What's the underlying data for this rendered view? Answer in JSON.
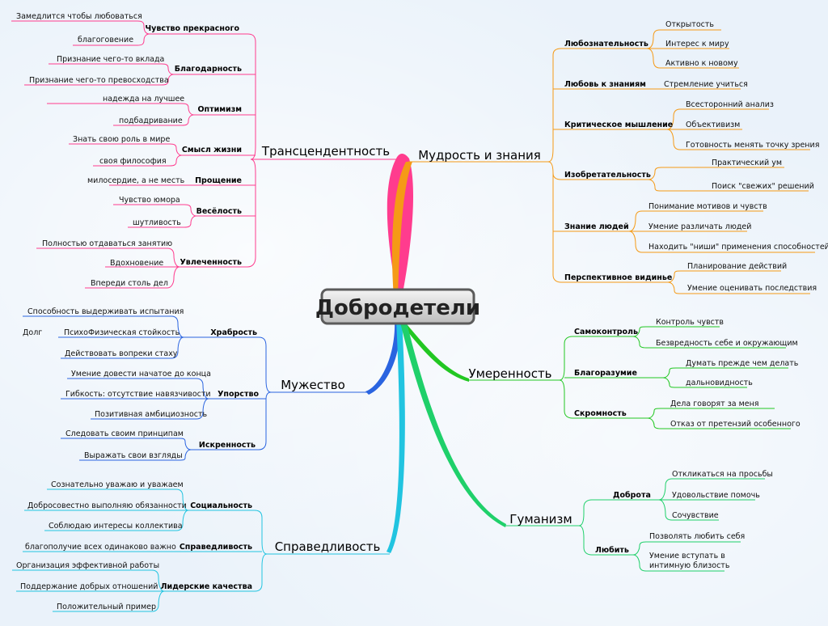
{
  "root": "Добродетели",
  "branches": {
    "transcendence": {
      "label": "Трансцендентность",
      "color": "#ff3c8e",
      "children": [
        {
          "label": "Чувство прекрасного",
          "items": [
            "Замедлится чтобы любоваться",
            "благоговение"
          ]
        },
        {
          "label": "Благодарность",
          "items": [
            "Признание чего-то вклада",
            "Признание чего-то превосходства"
          ]
        },
        {
          "label": "Оптимизм",
          "items": [
            "надежда на лучшее",
            "подбадривание"
          ]
        },
        {
          "label": "Смысл жизни",
          "items": [
            "Знать свою роль в мире",
            "своя философия"
          ]
        },
        {
          "label": "Прощение",
          "items": [
            "милосердие, а не месть"
          ]
        },
        {
          "label": "Весёлость",
          "items": [
            "Чувство юмора",
            "шутливость"
          ]
        },
        {
          "label": "Увлеченность",
          "items": [
            "Полностью отдаваться занятию",
            "Вдохновение",
            "Впереди столь дел"
          ]
        }
      ]
    },
    "wisdom": {
      "label": "Мудрость и знания",
      "color": "#f59a16",
      "children": [
        {
          "label": "Любознательность",
          "items": [
            "Открытость",
            "Интерес к миру",
            "Активно к новому"
          ]
        },
        {
          "label": "Любовь к знаниям",
          "items": [
            "Стремление учиться"
          ]
        },
        {
          "label": "Критическое мышление",
          "items": [
            "Всесторонний анализ",
            "Объективизм",
            "Готовность менять точку зрения"
          ]
        },
        {
          "label": "Изобретательность",
          "items": [
            "Практический ум",
            "Поиск \"свежих\" решений"
          ]
        },
        {
          "label": "Знание людей",
          "items": [
            "Понимание мотивов и чувств",
            "Умение различать людей",
            "Находить \"ниши\" применения способностей"
          ]
        },
        {
          "label": "Перспективное видинье",
          "items": [
            "Планирование действий",
            "Умение оценивать последствия"
          ]
        }
      ]
    },
    "courage": {
      "label": "Мужество",
      "color": "#2a64e0",
      "children": [
        {
          "label": "Храбрость",
          "items": [
            "Способность выдерживать испытания",
            "ПсихоФизическая стойкость",
            "Действовать вопреки стаху"
          ],
          "extra": "Долг"
        },
        {
          "label": "Упорство",
          "items": [
            "Умение довести начатое до конца",
            "Гибкость: отсутствие навязчивости",
            "Позитивная амбициозность"
          ]
        },
        {
          "label": "Искренность",
          "items": [
            "Следовать своим принципам",
            "Выражать свои взгляды"
          ]
        }
      ]
    },
    "temperance": {
      "label": "Умеренность",
      "color": "#22c722",
      "children": [
        {
          "label": "Самоконтроль",
          "items": [
            "Контроль чувств",
            "Безвредность себе и окружающим"
          ]
        },
        {
          "label": "Благоразумие",
          "items": [
            "Думать прежде чем делать",
            "дальновидность"
          ]
        },
        {
          "label": "Скромность",
          "items": [
            "Дела говорят за меня",
            "Отказ от претензий особенного"
          ]
        }
      ]
    },
    "justice": {
      "label": "Справедливость",
      "color": "#21c4e0",
      "children": [
        {
          "label": "Социальность",
          "items": [
            "Сознательно уважаю и уважаем",
            "Добросовестно выполняю обязанности",
            "Соблюдаю интересы коллектива"
          ]
        },
        {
          "label": "Справедливость",
          "items": [
            "благополучие всех одинаково важно"
          ]
        },
        {
          "label": "Лидерские качества",
          "items": [
            "Организация эффективной работы",
            "Поддержание добрых отношений",
            "Положительный пример"
          ]
        }
      ]
    },
    "humanity": {
      "label": "Гуманизм",
      "color": "#1fd06a",
      "children": [
        {
          "label": "Доброта",
          "items": [
            "Откликаться на просьбы",
            "Удовольствие помочь",
            "Сочувствие"
          ]
        },
        {
          "label": "Любить",
          "items": [
            "Позволять любить себя",
            "Умение вступать в",
            "интимную близость"
          ]
        }
      ]
    }
  }
}
